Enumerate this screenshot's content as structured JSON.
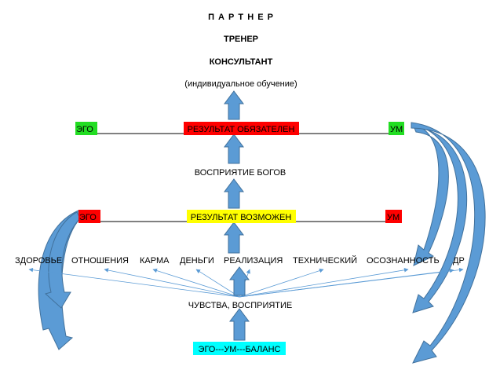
{
  "header": {
    "partner": "П А Р Т Н Е Р",
    "trainer": "ТРЕНЕР",
    "consultant": "КОНСУЛЬТАНТ",
    "note": "(индивидуальное обучение)"
  },
  "top_line": {
    "ego": "ЭГО",
    "result": "РЕЗУЛЬТАТ ОБЯЗАТЕЛЕН",
    "mind": "УМ",
    "ego_color": "#22dd22",
    "result_color": "#ff0000",
    "mind_color": "#22dd22"
  },
  "gods": "ВОСПРИЯТИЕ БОГОВ",
  "middle_line": {
    "ego": "ЭГО",
    "result": "РЕЗУЛЬТАТ ВОЗМОЖЕН",
    "mind": "УМ",
    "ego_color": "#ff0000",
    "result_color": "#ffff00",
    "mind_color": "#ff0000"
  },
  "areas": [
    "ЗДОРОВЬЕ",
    "ОТНОШЕНИЯ",
    "КАРМА",
    "ДЕНЬГИ",
    "РЕАЛИЗАЦИЯ",
    "ТЕХНИЧЕСКИЙ",
    "ОСОЗНАННОСТЬ",
    "ДР"
  ],
  "feelings": "ЧУВСТВА, ВОСПРИЯТИЕ",
  "base": {
    "label": "ЭГО---УМ---БАЛАНС",
    "color": "#00ffff"
  },
  "arrow_color": "#5b9bd5",
  "arrow_edge": "#41719c",
  "thin_arrow_color": "#5b9bd5"
}
